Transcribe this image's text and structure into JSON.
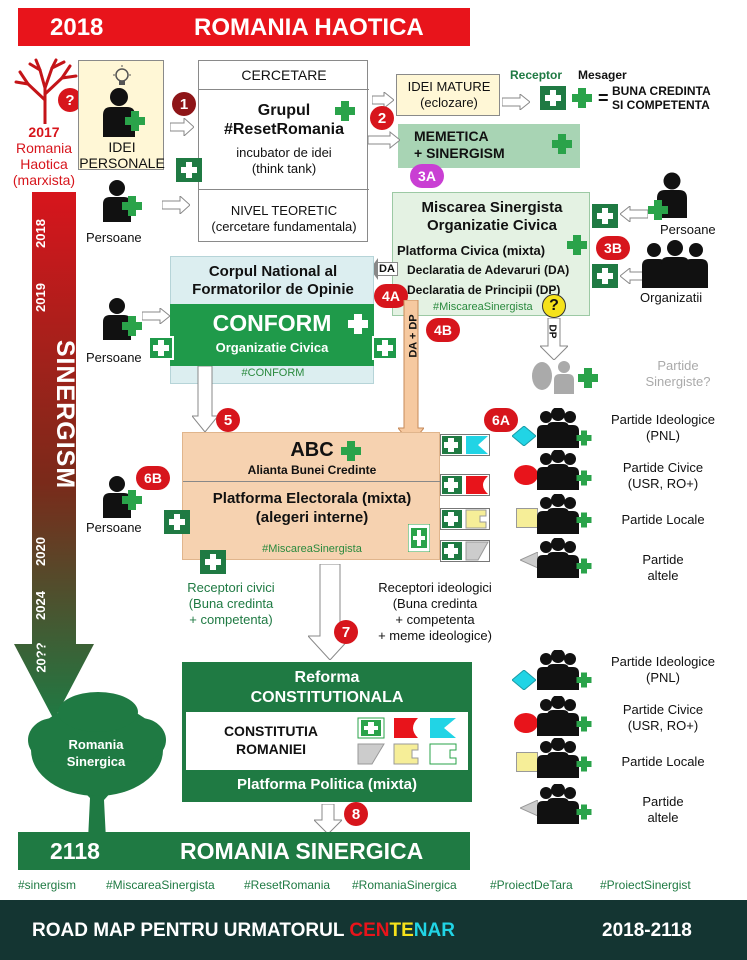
{
  "header": {
    "year": "2018",
    "title": "ROMANIA HAOTICA"
  },
  "left_column": {
    "q_mark": "?",
    "year_2017": "2017",
    "label_lines": [
      "Romania",
      "Haotica",
      "(marxista)"
    ],
    "timeline_years": [
      "2018",
      "2019",
      "2020",
      "2024",
      "20??"
    ],
    "timeline_word": "SINERGISM",
    "tree_label_lines": [
      "Romania",
      "Sinergica"
    ]
  },
  "ideas_box": {
    "label_lines": [
      "IDEI",
      "PERSONALE"
    ]
  },
  "persons": {
    "persoane1": "Persoane",
    "persoane2": "Persoane",
    "persoane3": "Persoane",
    "persoane4": "Persoane",
    "organizatii": "Organizatii"
  },
  "research": {
    "cercetare": "CERCETARE",
    "group_title_1": "Grupul",
    "group_title_2": "#ResetRomania",
    "incubator_1": "incubator de idei",
    "incubator_2": "(think tank)",
    "nivel_1": "NIVEL TEORETIC",
    "nivel_2": "(cercetare fundamentala)"
  },
  "steps": {
    "s1": "1",
    "s2": "2",
    "s3a": "3A",
    "s3b": "3B",
    "s4a": "4A",
    "s4b": "4B",
    "s5": "5",
    "s6a": "6A",
    "s6b": "6B",
    "s7": "7",
    "s8": "8"
  },
  "idei_mature": {
    "line1": "IDEI MATURE",
    "line2": "(eclozare)"
  },
  "receptor": {
    "receptor_label": "Receptor",
    "mesager_label": "Mesager",
    "equals": "=",
    "result_1": "BUNA CREDINTA",
    "result_2": "SI COMPETENTA"
  },
  "memetica": {
    "line1": "MEMETICA",
    "line2": "+ SINERGISM"
  },
  "miscarea": {
    "title_1": "Miscarea Sinergista",
    "title_2": "Organizatie Civica",
    "platforma": "Platforma Civica (mixta)",
    "declaratia_da": "Declaratia de Adevaruri (DA)",
    "declaratia_dp": "Declaratia de Principii (DP)",
    "hashtag": "#MiscareaSinergista",
    "da_label": "DA",
    "dp_label": "DP",
    "question": "?"
  },
  "corpul": {
    "title_1": "Corpul National al",
    "title_2": "Formatorilor de Opinie",
    "conform_title": "CONFORM",
    "conform_sub": "Organizatie Civica",
    "hashtag": "#CONFORM",
    "da_dp": "DA + DP"
  },
  "partide_sinergiste": {
    "line1": "Partide",
    "line2": "Sinergiste?"
  },
  "abc": {
    "title": "ABC",
    "subtitle": "Alianta Bunei Credinte",
    "platforma_1": "Platforma Electorala (mixta)",
    "platforma_2": "(alegeri interne)",
    "hashtag": "#MiscareaSinergista"
  },
  "parties_top": [
    {
      "line1": "Partide Ideologice",
      "line2": "(PNL)"
    },
    {
      "line1": "Partide Civice",
      "line2": "(USR, RO+)"
    },
    {
      "line1": "Partide Locale",
      "line2": ""
    },
    {
      "line1": "Partide",
      "line2": "altele"
    }
  ],
  "parties_bottom": [
    {
      "line1": "Partide Ideologice",
      "line2": "(PNL)"
    },
    {
      "line1": "Partide Civice",
      "line2": "(USR, RO+)"
    },
    {
      "line1": "Partide Locale",
      "line2": ""
    },
    {
      "line1": "Partide",
      "line2": "altele"
    }
  ],
  "receptori_civici": [
    "Receptori civici",
    "(Buna credinta",
    "+ competenta)"
  ],
  "receptori_ideologici": [
    "Receptori ideologici",
    "(Buna credinta",
    "+ competenta",
    "+ meme ideologice)"
  ],
  "reforma": {
    "line1": "Reforma",
    "line2": "CONSTITUTIONALA",
    "const_1": "CONSTITUTIA",
    "const_2": "ROMANIEI",
    "platforma": "Platforma Politica (mixta)"
  },
  "footer_banner": {
    "year": "2118",
    "title": "ROMANIA SINERGICA"
  },
  "hashtags": [
    "#sinergism",
    "#MiscareaSinergista",
    "#ResetRomania",
    "#RomaniaSinergica",
    "#ProiectDeTara",
    "#ProiectSinergist"
  ],
  "bottom_bar": {
    "prefix": "ROAD MAP PENTRU URMATORUL ",
    "cen1": "CEN",
    "cen2": "TE",
    "cen3": "NAR",
    "range": "2018-2118"
  },
  "colors": {
    "red": "#e8141b",
    "green": "#1f7a43",
    "bright_green": "#2aa34a",
    "peach": "#f6d2b0",
    "light_green": "#e4f2e3",
    "teal_light": "#dceef0",
    "dark_bar": "#143532",
    "cyan": "#21d4e5",
    "yellow": "#f6ee98",
    "gray": "#cccccc"
  }
}
